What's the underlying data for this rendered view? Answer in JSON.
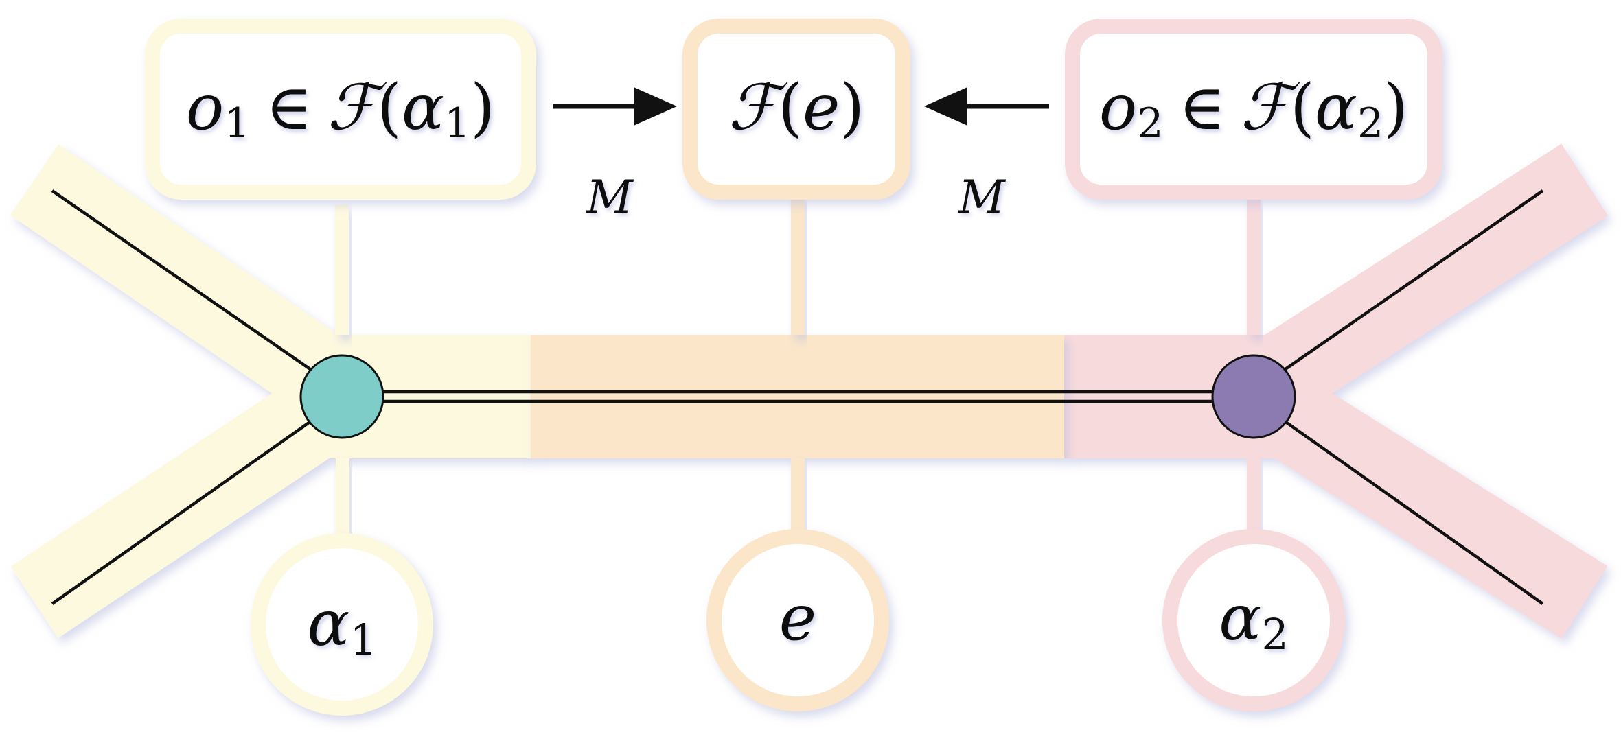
{
  "colors": {
    "yellow": "#fdf9df",
    "orange": "#fbe6c9",
    "pink": "#f7dadc",
    "node_left": "#7fcdc8",
    "node_right": "#8b7bb1",
    "line": "#111111",
    "shadow": "#b9bde0"
  },
  "boxes": {
    "left": {
      "main": "o",
      "sub": "1",
      "op": "∈",
      "func": "ℱ",
      "arg": "α",
      "arg_sub": "1"
    },
    "center": {
      "func": "ℱ",
      "arg": "e"
    },
    "right": {
      "main": "o",
      "sub": "2",
      "op": "∈",
      "func": "ℱ",
      "arg": "α",
      "arg_sub": "2"
    }
  },
  "arrows": {
    "left_label": "M",
    "right_label": "M"
  },
  "circles": {
    "left": {
      "main": "α",
      "sub": "1"
    },
    "center": {
      "main": "e"
    },
    "right": {
      "main": "α",
      "sub": "2"
    }
  }
}
